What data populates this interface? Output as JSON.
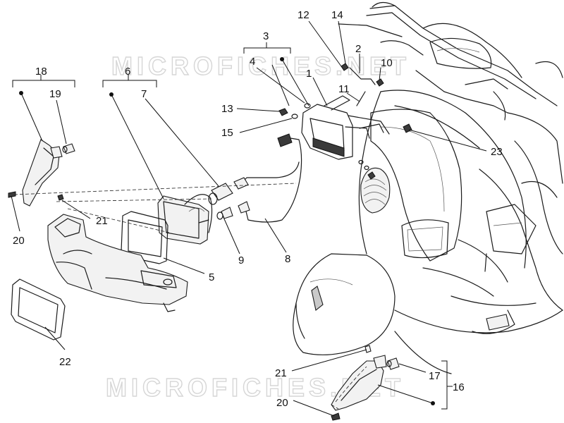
{
  "watermark": {
    "top": "MICROFICHES.NET",
    "bottom": "MICROFICHES.NET"
  },
  "callouts": {
    "c1": "1",
    "c2": "2",
    "c3": "3",
    "c4": "4",
    "c5": "5",
    "c6": "6",
    "c7": "7",
    "c8": "8",
    "c9": "9",
    "c10": "10",
    "c11": "11",
    "c12": "12",
    "c13": "13",
    "c14": "14",
    "c15": "15",
    "c16": "16",
    "c17": "17",
    "c18": "18",
    "c19": "19",
    "c20a": "20",
    "c20b": "20",
    "c21a": "21",
    "c21b": "21",
    "c22": "22",
    "c23": "23"
  }
}
